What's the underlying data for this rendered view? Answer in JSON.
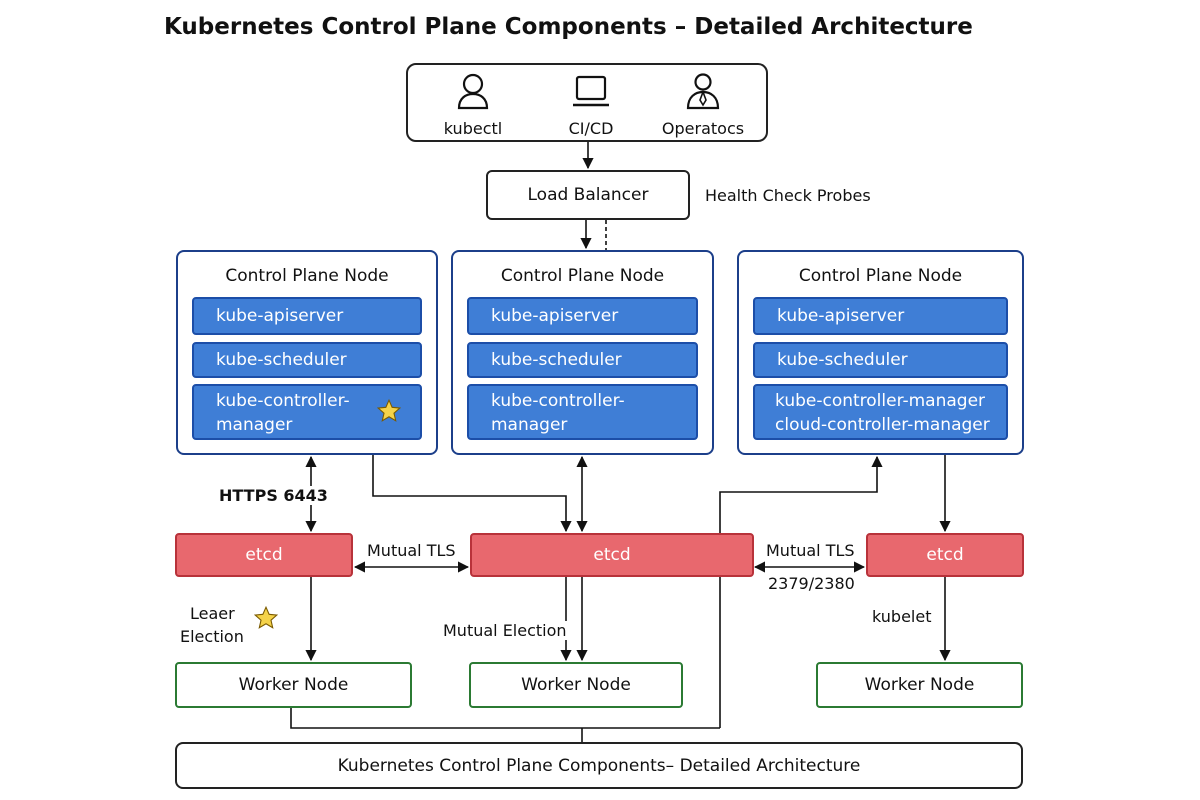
{
  "title": "Kubernetes Control Plane Components – Detailed Architecture",
  "clients": [
    {
      "label": "kubectl",
      "icon": "user-icon"
    },
    {
      "label": "CI/CD",
      "icon": "laptop-icon"
    },
    {
      "label": "Operatocs",
      "icon": "operator-icon"
    }
  ],
  "load_balancer": "Load Balancer",
  "health_check": "Health Check Probes",
  "control_planes": [
    {
      "title": "Control Plane Node",
      "apiserver": "kube-apiserver",
      "scheduler": "kube-scheduler",
      "manager_line1": "kube-controller-",
      "manager_line2": "manager"
    },
    {
      "title": "Control Plane Node",
      "apiserver": "kube-apiserver",
      "scheduler": "kube-scheduler",
      "manager_line1": "kube-controller-",
      "manager_line2": "manager"
    },
    {
      "title": "Control Plane Node",
      "apiserver": "kube-apiserver",
      "scheduler": "kube-scheduler",
      "manager_line1": "kube-controller-manager",
      "manager_line2": "cloud-controller-manager"
    }
  ],
  "etcd": [
    "etcd",
    "etcd",
    "etcd"
  ],
  "workers": [
    "Worker Node",
    "Worker Node",
    "Worker Node"
  ],
  "labels": {
    "https": "HTTPS 6443",
    "mutual_tls_left": "Mutual TLS",
    "mutual_tls_right": "Mutual TLS",
    "port": "2379/2380",
    "leader_1": "Leaer",
    "leader_2": "Election",
    "mutual_election": "Mutual Election",
    "kubelet": "kubelet"
  },
  "footer": "Kubernetes Control Plane Components– Detailed Architecture",
  "colors": {
    "pill": "#3f7ed6",
    "etcd": "#e8686e",
    "worker_border": "#2b7a33",
    "cp_border": "#1c3f8a",
    "star": "#f5d34a"
  }
}
